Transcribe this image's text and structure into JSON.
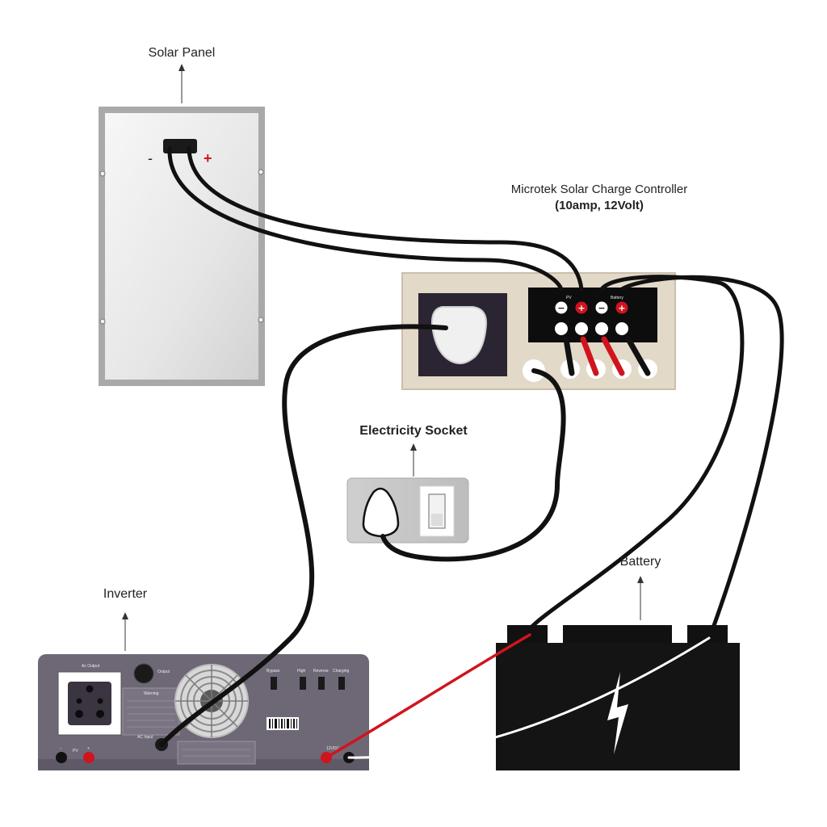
{
  "labels": {
    "solar_panel": "Solar Panel",
    "controller_title": "Microtek Solar Charge Controller",
    "controller_spec": "(10amp, 12Volt)",
    "electricity_socket": "Electricity Socket",
    "battery": "Battery",
    "inverter": "Inverter"
  },
  "panel": {
    "minus": "-",
    "plus": "+"
  },
  "controller": {
    "pv_label": "PV",
    "battery_label": "Battery",
    "terminal_signs": [
      "−",
      "+",
      "−",
      "+"
    ]
  },
  "inverter": {
    "ac_output": "Ac Output",
    "output_label": "Output",
    "warning": "Warning",
    "ac_input": "AC Input",
    "dc_label": "12VDC",
    "pv_label": "PV",
    "pv_minus": "−",
    "pv_plus": "+",
    "switches": [
      "Bypass",
      "High",
      "Reverse",
      "Charging"
    ]
  },
  "colors": {
    "cable": "#111111",
    "red_wire": "#d0141e",
    "white_wire": "#ffffff",
    "panel_frame": "#a9a9a9",
    "controller_body": "#e3d9c8",
    "inverter_body": "#6e6876",
    "battery_body": "#141414"
  }
}
